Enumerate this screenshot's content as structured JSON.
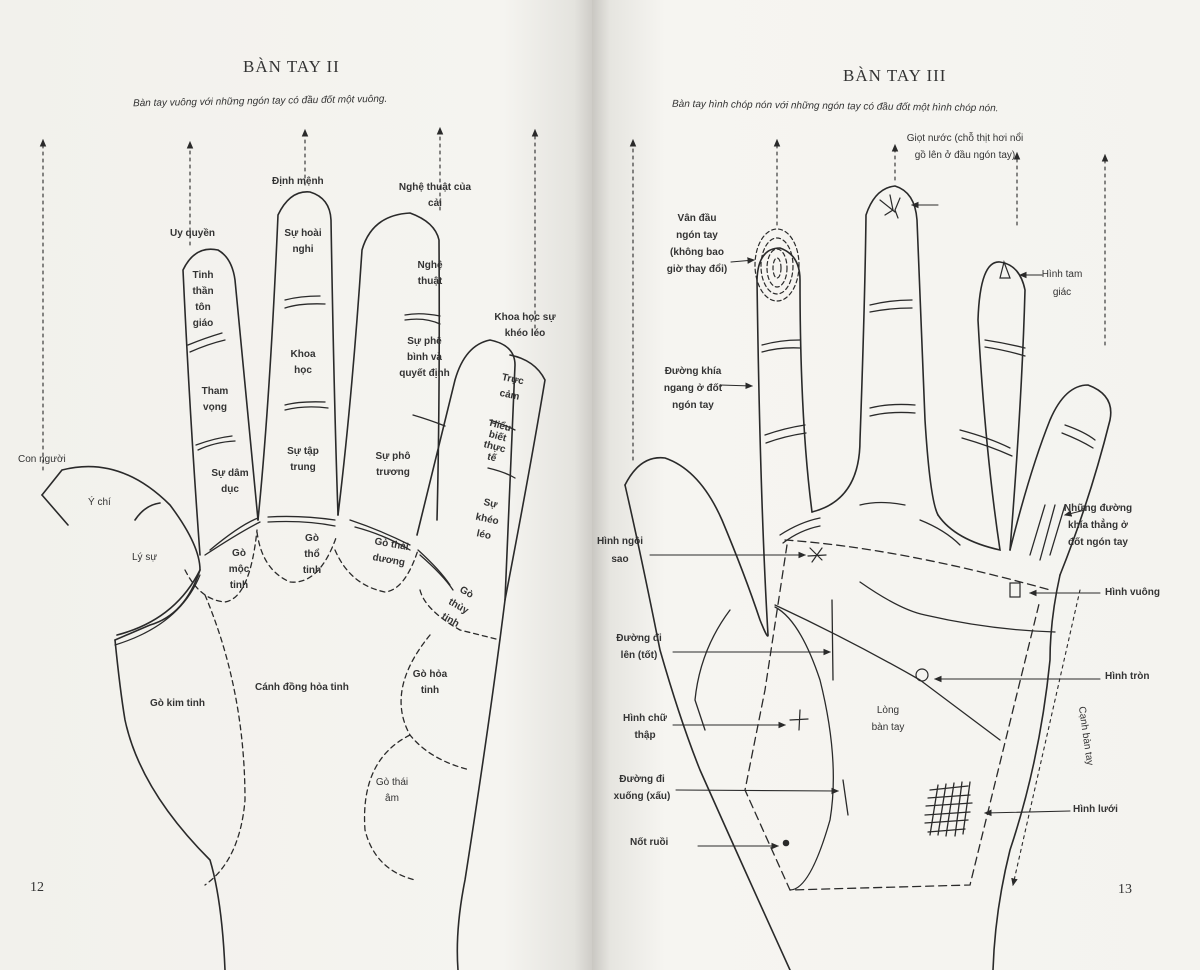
{
  "left_page": {
    "title": "BÀN TAY II",
    "subtitle": "Bàn tay vuông với những ngón tay có đầu đốt một vuông.",
    "page_number": "12",
    "labels": {
      "uy_quyen": "Uy quyền",
      "dinh_menh": "Định mệnh",
      "nghe_thuat_cua_cai": "Nghệ thuật của cải",
      "khoa_hoc_kheo_leo": "Khoa học sự khéo léo",
      "tinh_than_ton_giao": "Tinh thần tôn giáo",
      "tham_vong": "Tham vọng",
      "su_dam_duc": "Sự dâm dục",
      "su_hoai_nghi": "Sự hoài nghi",
      "khoa_hoc": "Khoa học",
      "su_tap_trung": "Sự tập trung",
      "nghe_thuat": "Nghệ thuật",
      "su_phe_binh": "Sự phê bình và quyết định",
      "su_pho_truong": "Sự phô trương",
      "truc_cam": "Trực cảm",
      "hieu_biet_thuc_te": "Hiểu biết thực tế",
      "su_kheo_leo": "Sự khéo léo",
      "con_nguoi": "Con người",
      "y_chi": "Ý chí",
      "ly_su": "Lý sự",
      "go_moc_tinh": "Gò mộc tinh",
      "go_tho_tinh": "Gò thổ tinh",
      "go_thai_duong": "Gò thái dương",
      "go_thuy_tinh": "Gò thủy tinh",
      "go_hoa_tinh": "Gò hỏa tinh",
      "go_thai_am": "Gò thái âm",
      "go_kim_tinh": "Gò kim tinh",
      "canh_dong_hoa_tinh": "Cánh đồng hỏa tinh"
    }
  },
  "right_page": {
    "title": "BÀN TAY III",
    "subtitle": "Bàn tay hình chóp nón với những ngón tay có đầu đốt một hình chóp nón.",
    "page_number": "13",
    "labels": {
      "giot_nuoc": "Giọt nước (chỗ thịt hơi nổi gồ lên ở đầu ngón tay)",
      "van_dau_ngon_tay": "Vân đầu ngón tay (không bao giờ thay đổi)",
      "hinh_tam_giac": "Hình tam giác",
      "duong_khia_ngang": "Đường khía ngang ở đốt ngón tay",
      "nhung_duong_khia": "Những đường khía thẳng ở đốt ngón tay",
      "hinh_ngoi_sao": "Hình ngôi sao",
      "hinh_vuong": "Hình vuông",
      "duong_di_len": "Đường đi lên (tốt)",
      "hinh_tron": "Hình tròn",
      "long_ban_tay": "Lòng bàn tay",
      "canh_ban_tay": "Cạnh bàn tay",
      "hinh_chu_thap": "Hình chữ thập",
      "duong_di_xuong": "Đường đi xuống (xấu)",
      "hinh_luoi": "Hình lưới",
      "not_ruoi": "Nốt ruồi"
    }
  },
  "colors": {
    "ink": "#2a2a2a",
    "paper": "#f3f2ee"
  }
}
